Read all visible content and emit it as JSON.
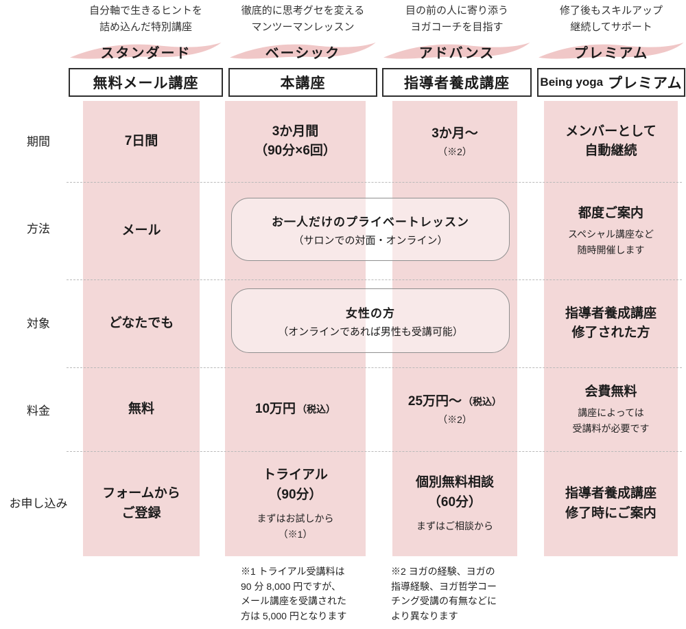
{
  "colors": {
    "column_pink": "#f3d8d8",
    "swoosh_pink": "#f0c7c7",
    "header_box_border": "#2e2e2e",
    "text_dark": "#1b1b1b",
    "note_gray": "#333333",
    "dashed_line": "#b9b9b9",
    "span_box_border": "#8f8f8f"
  },
  "row_labels": [
    "期間",
    "方法",
    "対象",
    "料金",
    "お申し込み"
  ],
  "columns": [
    {
      "catchphrase": "自分軸で生きるヒントを\n詰め込んだ特別講座",
      "tier": "スタンダード",
      "course_latin": "",
      "course": "無料メール講座",
      "cells": {
        "kikan": {
          "main": "7日間"
        },
        "houhou": {
          "main": "メール"
        },
        "taishou": {
          "main": "どなたでも"
        },
        "ryoukin": {
          "main": "無料"
        },
        "moushikomi": {
          "main": "フォームから\nご登録"
        }
      }
    },
    {
      "catchphrase": "徹底的に思考グセを変える\nマンツーマンレッスン",
      "tier": "ベーシック",
      "course_latin": "",
      "course": "本講座",
      "cells": {
        "kikan": {
          "main": "3か月間\n（90分×6回）"
        },
        "ryoukin": {
          "main": "10万円",
          "suffix": "（税込）"
        },
        "moushikomi": {
          "main": "トライアル\n（90分）",
          "note": "まずはお試しから\n（※1）"
        }
      }
    },
    {
      "catchphrase": "目の前の人に寄り添う\nヨガコーチを目指す",
      "tier": "アドバンス",
      "course_latin": "",
      "course": "指導者養成講座",
      "cells": {
        "kikan": {
          "main": "3か月〜",
          "sub": "（※2）"
        },
        "ryoukin": {
          "main": "25万円〜",
          "suffix": "（税込）",
          "sub": "（※2）"
        },
        "moushikomi": {
          "main": "個別無料相談\n（60分）",
          "note": "まずはご相談から"
        }
      }
    },
    {
      "catchphrase": "修了後もスキルアップ\n継続してサポート",
      "tier": "プレミアム",
      "course_latin": "Being yoga",
      "course": "プレミアム",
      "cells": {
        "kikan": {
          "main": "メンバーとして\n自動継続"
        },
        "houhou": {
          "main": "都度ご案内",
          "note": "スペシャル講座など\n随時開催します"
        },
        "taishou": {
          "main": "指導者養成講座\n修了された方"
        },
        "ryoukin": {
          "main": "会費無料",
          "note": "講座によっては\n受講料が必要です"
        },
        "moushikomi": {
          "main": "指導者養成講座\n修了時にご案内"
        }
      }
    }
  ],
  "span_cells": {
    "houhou": {
      "main": "お一人だけのプライベートレッスン",
      "sub": "（サロンでの対面・オンライン）"
    },
    "taishou": {
      "main": "女性の方",
      "sub": "（オンラインであれば男性も受講可能）"
    }
  },
  "footnotes": [
    "※1 トライアル受講料は\n90 分 8,000 円ですが、\nメール講座を受講された\n方は 5,000 円となります",
    "※2 ヨガの経験、ヨガの\n指導経験、ヨガ哲学コー\nチング受講の有無などに\nより異なります"
  ]
}
